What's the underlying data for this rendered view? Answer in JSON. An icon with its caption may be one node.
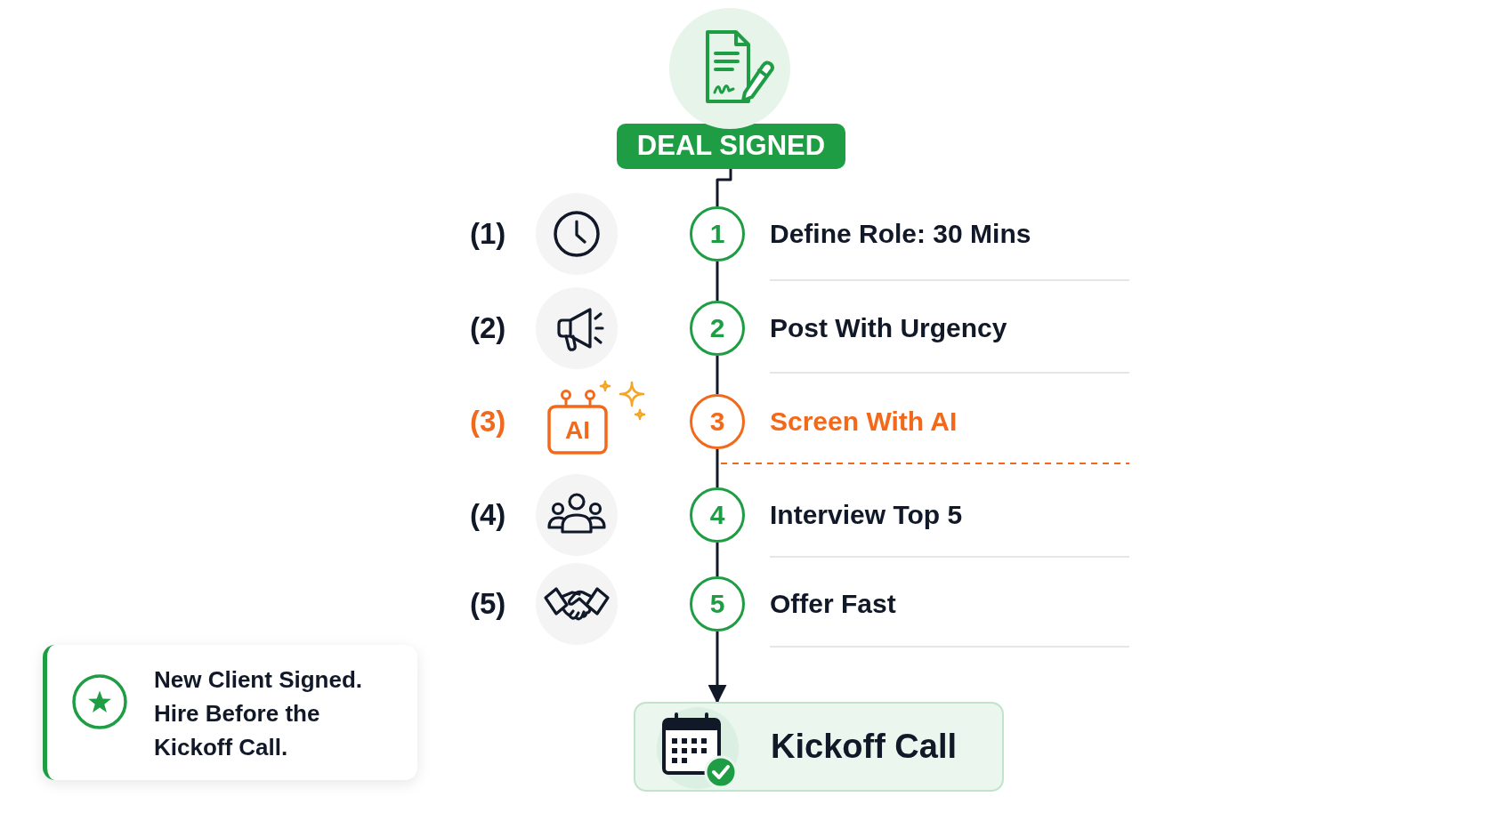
{
  "diagram": {
    "nodes": [
      {
        "text": [
          "DEAL SIGNED"
        ]
      },
      {
        "text": [
          "1"
        ],
        "beside": [
          "Define Role: 30 Mins"
        ]
      },
      {
        "text": [
          "2"
        ],
        "beside": [
          "Post With Urgency"
        ]
      },
      {
        "text": [
          "3"
        ],
        "beside": [
          "Screen With AI"
        ]
      },
      {
        "text": [
          "4"
        ],
        "beside": [
          "Interview Top 5"
        ]
      },
      {
        "text": [
          "5"
        ],
        "beside": [
          "Offer Fast"
        ]
      },
      {
        "text": [
          "New Client Signed. Hire Before the Kickoff Call."
        ]
      },
      {
        "text": [
          "Kickoff Call"
        ]
      }
    ],
    "edges": [
      {
        "from": 0,
        "to": 1,
        "arrow": "none"
      },
      {
        "from": 1,
        "to": 2,
        "arrow": "none"
      },
      {
        "from": 2,
        "to": 3,
        "arrow": "none"
      },
      {
        "from": 3,
        "to": 4,
        "arrow": "none"
      },
      {
        "from": 4,
        "to": 5,
        "arrow": "none"
      },
      {
        "from": 5,
        "to": 7,
        "arrow": "to"
      }
    ],
    "labels": [
      "(1)",
      "(2)",
      "(3)",
      "AI",
      "(4)",
      "(5)"
    ]
  }
}
